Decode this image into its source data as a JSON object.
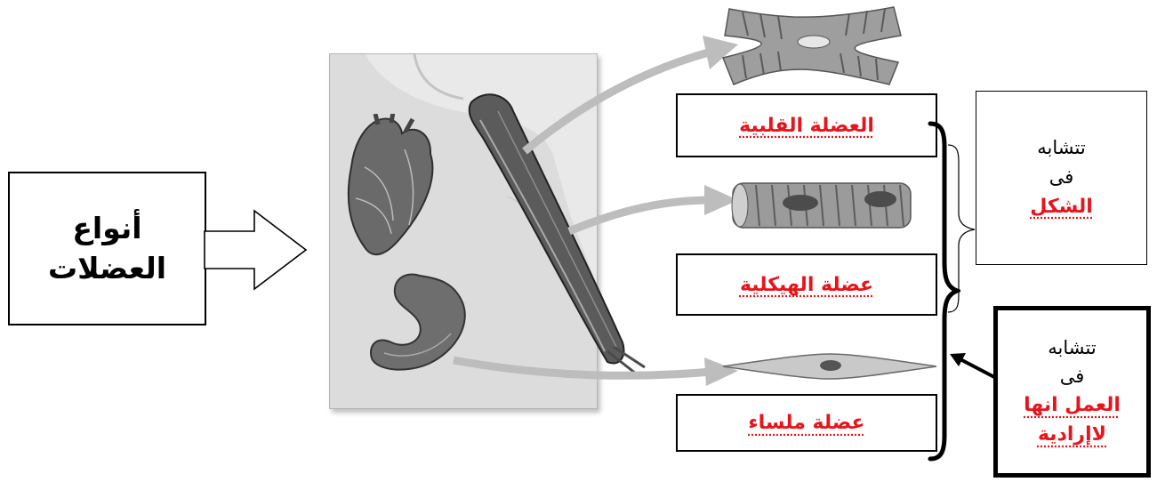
{
  "title": {
    "line1": "أنواع",
    "line2": "العضلات"
  },
  "muscle_labels": {
    "cardiac": "العضلة القلبية",
    "skeletal": "عضلة الهيكلية",
    "smooth": "عضلة ملساء"
  },
  "similar_shape": {
    "line1": "تتشابه",
    "line2": "فى",
    "highlight": "الشكل"
  },
  "similar_function": {
    "line1": "تتشابه",
    "line2": "فى",
    "highlight_line1": "العمل انها",
    "highlight_line2": "لاإرادية"
  },
  "colors": {
    "accent_red": "#e8141b",
    "outline": "#000000",
    "arrow_gray": "#bdbdbd"
  },
  "icons": [
    "block-arrow-right-icon",
    "heart-icon",
    "arm-muscle-icon",
    "stomach-icon",
    "cardiac-cell-icon",
    "skeletal-cell-icon",
    "smooth-cell-icon",
    "brace-icon",
    "pointer-arrow-icon"
  ]
}
